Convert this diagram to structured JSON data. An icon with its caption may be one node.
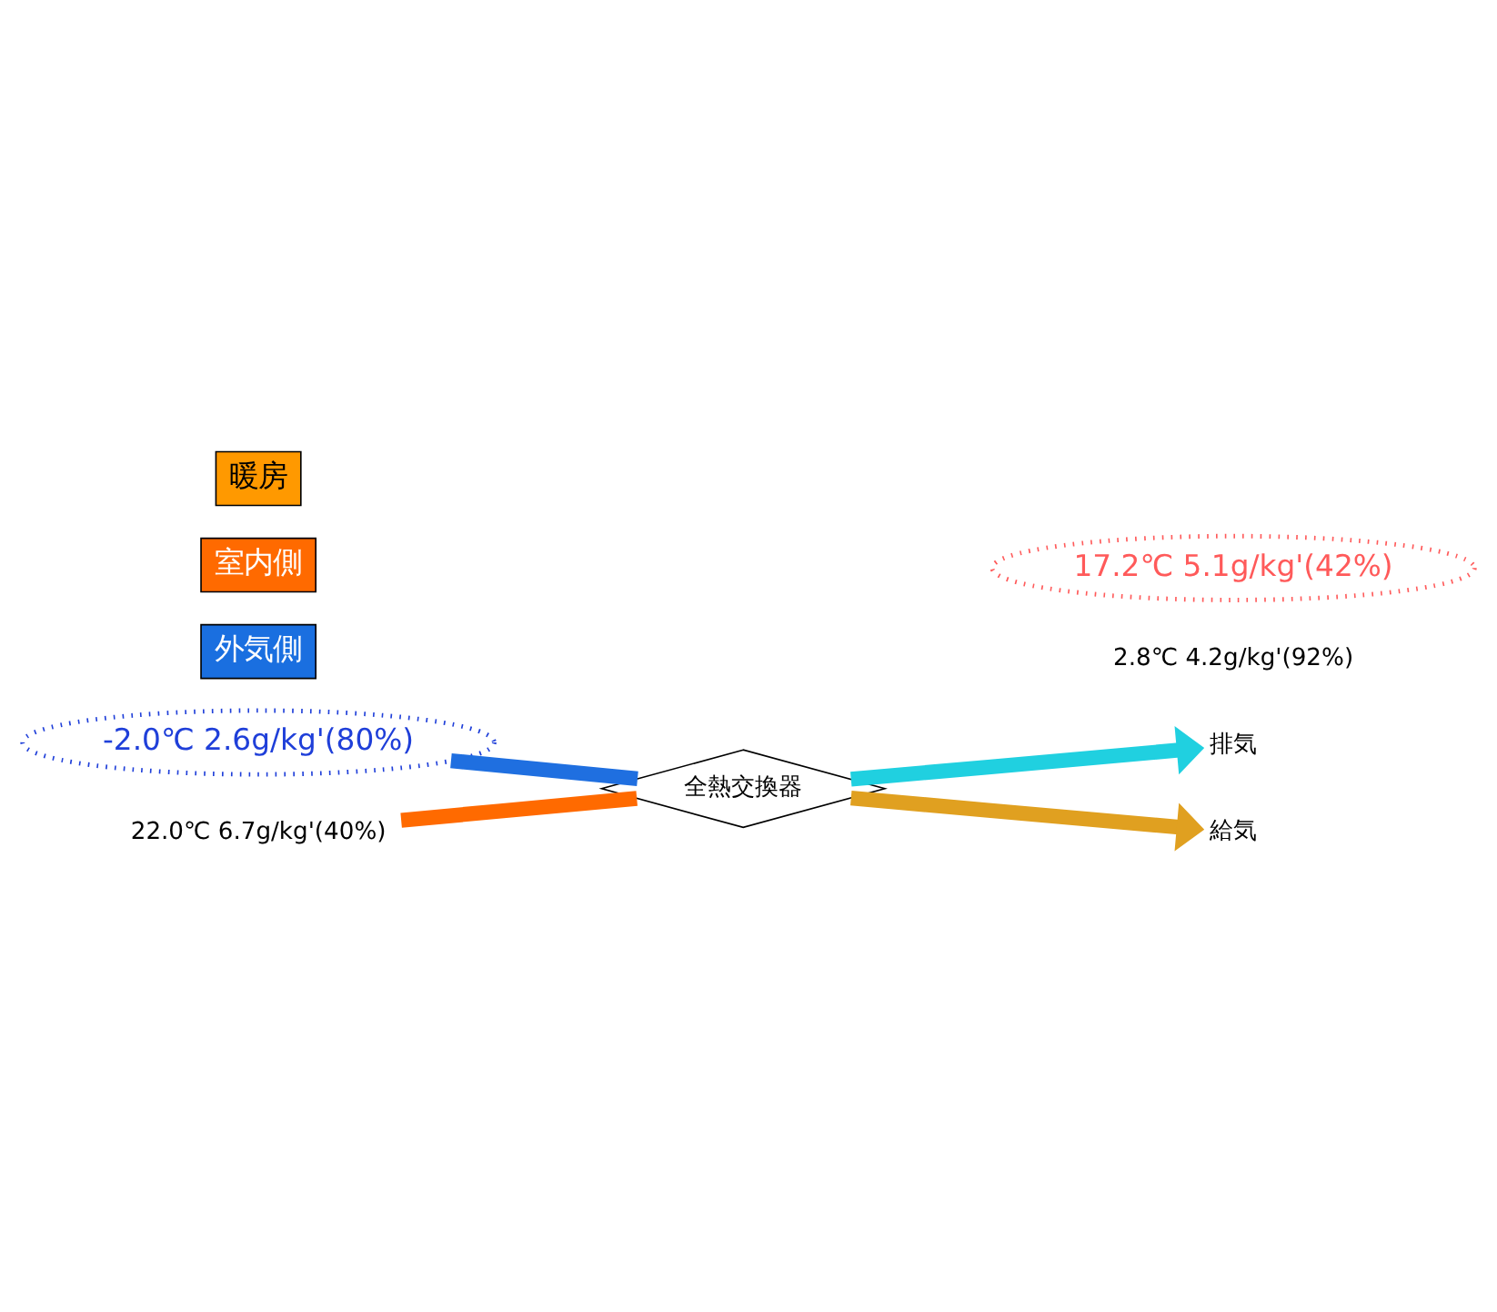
{
  "diagram": {
    "nodes": [
      {
        "text": [
          "-2.0℃ 2.6g/kg'(80%)"
        ]
      },
      {
        "text": [
          "2.8℃ 4.2g/kg'(92%)"
        ]
      },
      {
        "text": [
          "排気"
        ]
      },
      {
        "text": [
          "外気側"
        ]
      },
      {
        "text": [
          "全熱交換器"
        ]
      },
      {
        "text": [
          "室内側"
        ]
      },
      {
        "text": [
          "給気"
        ]
      },
      {
        "text": [
          "22.0℃ 6.7g/kg'(40%)"
        ]
      },
      {
        "text": [
          "17.2℃ 5.1g/kg'(42%)"
        ]
      },
      {
        "text": [
          "暖房"
        ]
      }
    ],
    "edges": [
      {
        "from": 0,
        "to": 4,
        "arrow": "none",
        "color": "#1f6fe0"
      },
      {
        "from": 4,
        "to": 6,
        "arrow": "to",
        "color": "#e0a020"
      },
      {
        "from": 7,
        "to": 4,
        "arrow": "none",
        "color": "#ff6a00"
      },
      {
        "from": 4,
        "to": 2,
        "arrow": "to",
        "color": "#20d0e0"
      }
    ]
  }
}
